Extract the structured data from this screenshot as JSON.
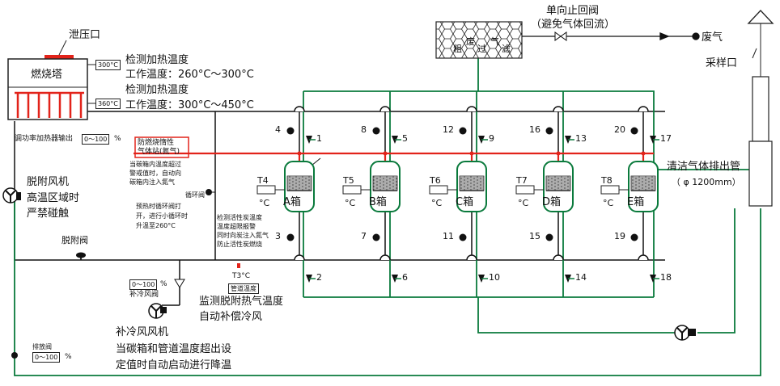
{
  "top": {
    "check_valve_title": "单向止回阀",
    "check_valve_note": "（避免气体回流）",
    "waste_gas": "废气",
    "sampling_port": "采样口"
  },
  "filter": {
    "label": [
      "粗",
      "废",
      "过",
      "气",
      "滤"
    ]
  },
  "burner": {
    "title": "燃烧塔",
    "relief_port": "泄压口",
    "temp_box_1": "300°C",
    "temp_box_2": "360°C",
    "note1_line1": "检测加热温度",
    "note1_line2": "工作温度：260°C～300°C",
    "note2_line1": "检测加热温度",
    "note2_line2": "工作温度：300°C～450°C",
    "heater_power_label": "调功率加热器输出",
    "heater_power_box": "0～100",
    "heater_power_unit": "%"
  },
  "left": {
    "desorb_fan": [
      "脱附风机",
      "高温区域时",
      "严禁碰触"
    ],
    "desorb_valve": "脱附阀",
    "cold_air_valve_box": "0～100",
    "cold_air_valve_unit": "%",
    "cold_air_valve_label": "补冷风阀",
    "cold_fan": [
      "补冷风风机",
      "当碳箱和管道温度超出设",
      "定值时自动启动进行降温"
    ],
    "vent_valve_label": "排放阀",
    "vent_valve_box": "0～100",
    "vent_valve_unit": "%"
  },
  "middle": {
    "nitrogen_station": [
      "防燃烧惰性",
      "气体站(氮气)"
    ],
    "nitrogen_note": [
      "当碳箱内温度超过",
      "警戒值时，自动向",
      "碳箱内注入氮气"
    ],
    "circ_valve": "循环阀",
    "circ_note": [
      "预热时循环阀打",
      "开，进行小循环时",
      "升温至260°C"
    ],
    "detect_note": [
      "检测活性炭温度",
      "温度超限报警",
      "同时向炭注入氮气",
      "防止活性炭燃烧"
    ],
    "t3_label": "T3°C",
    "pipe_temp": "管道温度",
    "monitor_note": [
      "监测脱附热气温度",
      "自动补偿冷风"
    ]
  },
  "right": {
    "clean_gas": "清洁气体排出管",
    "diameter": "（ φ 1200mm）"
  },
  "tanks": [
    {
      "name": "A箱",
      "temp": "T4",
      "unit": "°C",
      "top_valve": "4",
      "top_valve2": "1",
      "bot_valve": "3",
      "bot_valve2": "2"
    },
    {
      "name": "B箱",
      "temp": "T5",
      "unit": "°C",
      "top_valve": "8",
      "top_valve2": "5",
      "bot_valve": "7",
      "bot_valve2": "6"
    },
    {
      "name": "C箱",
      "temp": "T6",
      "unit": "°C",
      "top_valve": "12",
      "top_valve2": "9",
      "bot_valve": "11",
      "bot_valve2": "10"
    },
    {
      "name": "D箱",
      "temp": "T7",
      "unit": "°C",
      "top_valve": "16",
      "top_valve2": "13",
      "bot_valve": "15",
      "bot_valve2": "14"
    },
    {
      "name": "E箱",
      "temp": "T8",
      "unit": "°C",
      "top_valve": "20",
      "top_valve2": "17",
      "bot_valve": "19",
      "bot_valve2": "18"
    }
  ]
}
